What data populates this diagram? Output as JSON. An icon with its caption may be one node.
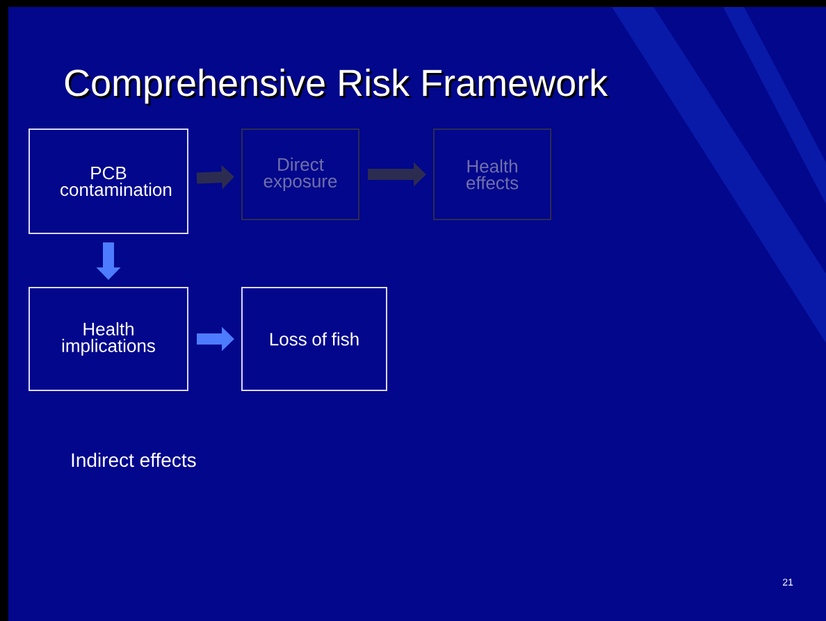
{
  "diagram": {
    "title": "Comprehensive Risk Framework",
    "nodes": [
      {
        "text": [
          "PCB contamination"
        ]
      },
      {
        "text": [
          "Direct exposure"
        ]
      },
      {
        "text": [
          "Health effects"
        ]
      },
      {
        "text": [
          "Health implications"
        ]
      },
      {
        "text": [
          "Loss of fish"
        ]
      }
    ],
    "edges": [
      {
        "from": 0,
        "to": 1,
        "arrow": "to",
        "color": "#2c2c50"
      },
      {
        "from": 1,
        "to": 2,
        "arrow": "to",
        "color": "#2c2c50"
      },
      {
        "from": 0,
        "to": 3,
        "arrow": "to",
        "color": "#4d7cff"
      },
      {
        "from": 3,
        "to": 4,
        "arrow": "to",
        "color": "#4d7cff"
      }
    ],
    "labels": [
      "Indirect effects",
      "21"
    ]
  }
}
